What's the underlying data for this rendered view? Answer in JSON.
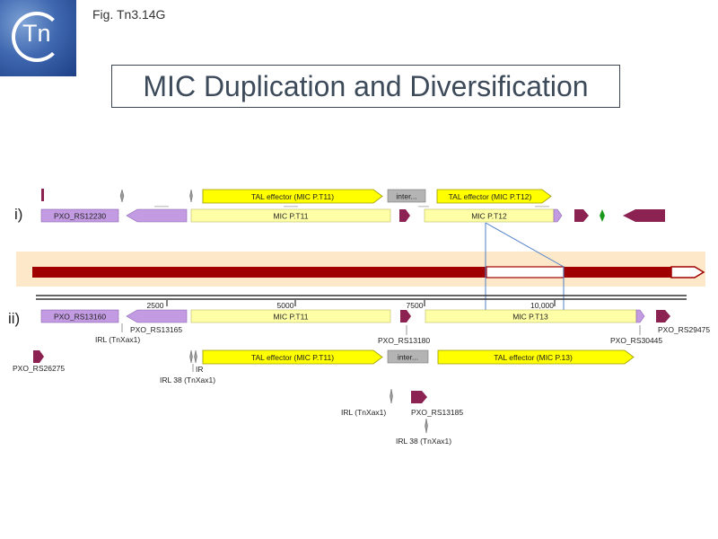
{
  "header": {
    "fig_label": "Fig. Tn3.14G",
    "logo_text": "Tn",
    "title": "MIC Duplication and Diversification"
  },
  "panel_i": {
    "label": "i)",
    "tal1": "TAL effector (MIC P.T11)",
    "inter": "inter...",
    "tal2": "TAL effector (MIC P.T12)",
    "pxo12230": "PXO_RS12230",
    "mic_t11": "MIC P.T11",
    "mic_t12": "MIC P.T12"
  },
  "panel_ii": {
    "label": "ii)",
    "ticks": [
      "2500",
      "5000",
      "7500",
      "10,000"
    ],
    "pxo13160": "PXO_RS13160",
    "mic_t11": "MIC P.T11",
    "mic_t13": "MIC P.T13",
    "irl_tnxax1_a": "IRL (TnXax1)",
    "pxo13165": "PXO_RS13165",
    "pxo13180": "PXO_RS13180",
    "pxo30445": "PXO_RS30445",
    "pxo29475": "PXO_RS29475",
    "pxo26275": "PXO_RS26275",
    "ir": "IR",
    "irl38_a": "IRL 38 (TnXax1)",
    "tal_t11": "TAL effector (MIC P.T11)",
    "inter": "inter...",
    "tal_13": "TAL effector (MIC P.13)",
    "irl_tnxax1_b": "IRL (TnXax1)",
    "pxo13185": "PXO_RS13185",
    "irl38_b": "IRL 38 (TnXax1)"
  },
  "colors": {
    "yellow": "#ffff00",
    "pale_yellow": "#ffffa8",
    "lavender": "#c39be3",
    "maroon": "#8b2252",
    "grey_box": "#b4b4b4",
    "dark_red": "#a00000",
    "band": "#fde9c9",
    "blue_line": "#4f80c8",
    "green": "#1a9a1a"
  },
  "icons": [
    "logo-tn-icon"
  ]
}
